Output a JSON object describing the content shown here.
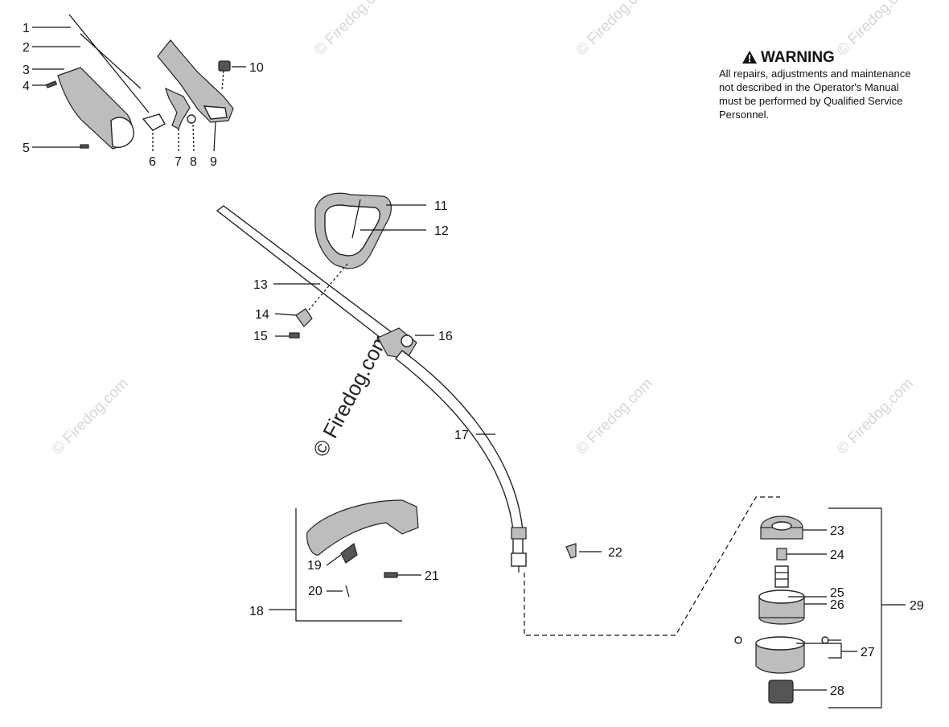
{
  "watermark": {
    "main": "© Firedog.com",
    "small": "© Firedog.com"
  },
  "warning": {
    "title": "WARNING",
    "body": "All repairs, adjustments and maintenance not described in the Operator's Manual must be performed by Qualified Service Personnel."
  },
  "callouts": [
    "1",
    "2",
    "3",
    "4",
    "5",
    "6",
    "7",
    "8",
    "9",
    "10",
    "11",
    "12",
    "13",
    "14",
    "15",
    "16",
    "17",
    "18",
    "19",
    "20",
    "21",
    "22",
    "23",
    "24",
    "25",
    "26",
    "27",
    "28",
    "29"
  ],
  "colors": {
    "line": "#111111",
    "watermark": "#d6d6d6"
  }
}
